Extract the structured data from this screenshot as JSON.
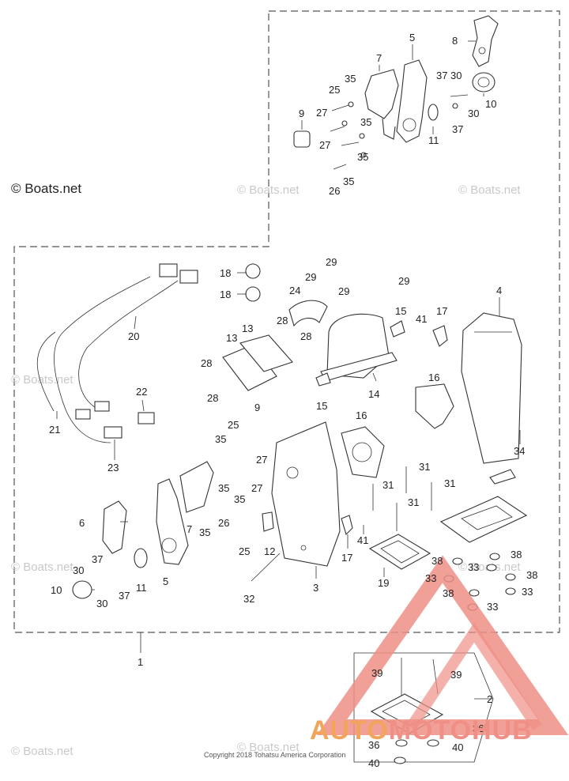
{
  "watermark_left": "© Boats.net",
  "watermark_repeat": "© Boats.net",
  "copyright": "Copyright 2018 Tohatsu America Corporation",
  "brand": {
    "part1": "AUTO",
    "part2": "MOTO",
    "part3": "HUB"
  },
  "labels": [
    "1",
    "2",
    "3",
    "4",
    "5",
    "6",
    "7",
    "8",
    "9",
    "10",
    "11",
    "12",
    "13",
    "14",
    "15",
    "16",
    "17",
    "18",
    "19",
    "20",
    "21",
    "22",
    "23",
    "24",
    "25",
    "26",
    "27",
    "28",
    "29",
    "30",
    "31",
    "32",
    "33",
    "34",
    "35",
    "36",
    "37",
    "38",
    "39",
    "40",
    "41"
  ]
}
